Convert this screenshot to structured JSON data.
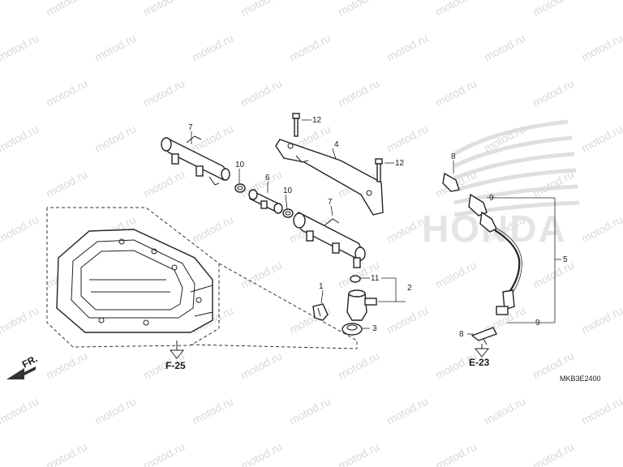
{
  "diagram": {
    "watermark": "motod.ru",
    "brand_watermark": "HONDA",
    "diagram_code": "MKB3E2400",
    "direction_label": "FR.",
    "references": {
      "f25": "F-25",
      "e23": "E-23"
    },
    "callouts": {
      "c1": "1",
      "c2": "2",
      "c3": "3",
      "c4": "4",
      "c5": "5",
      "c6": "6",
      "c7a": "7",
      "c7b": "7",
      "c8a": "8",
      "c8b": "8",
      "c9a": "9",
      "c9b": "9",
      "c10a": "10",
      "c10b": "10",
      "c11": "11",
      "c12a": "12",
      "c12b": "12"
    }
  }
}
